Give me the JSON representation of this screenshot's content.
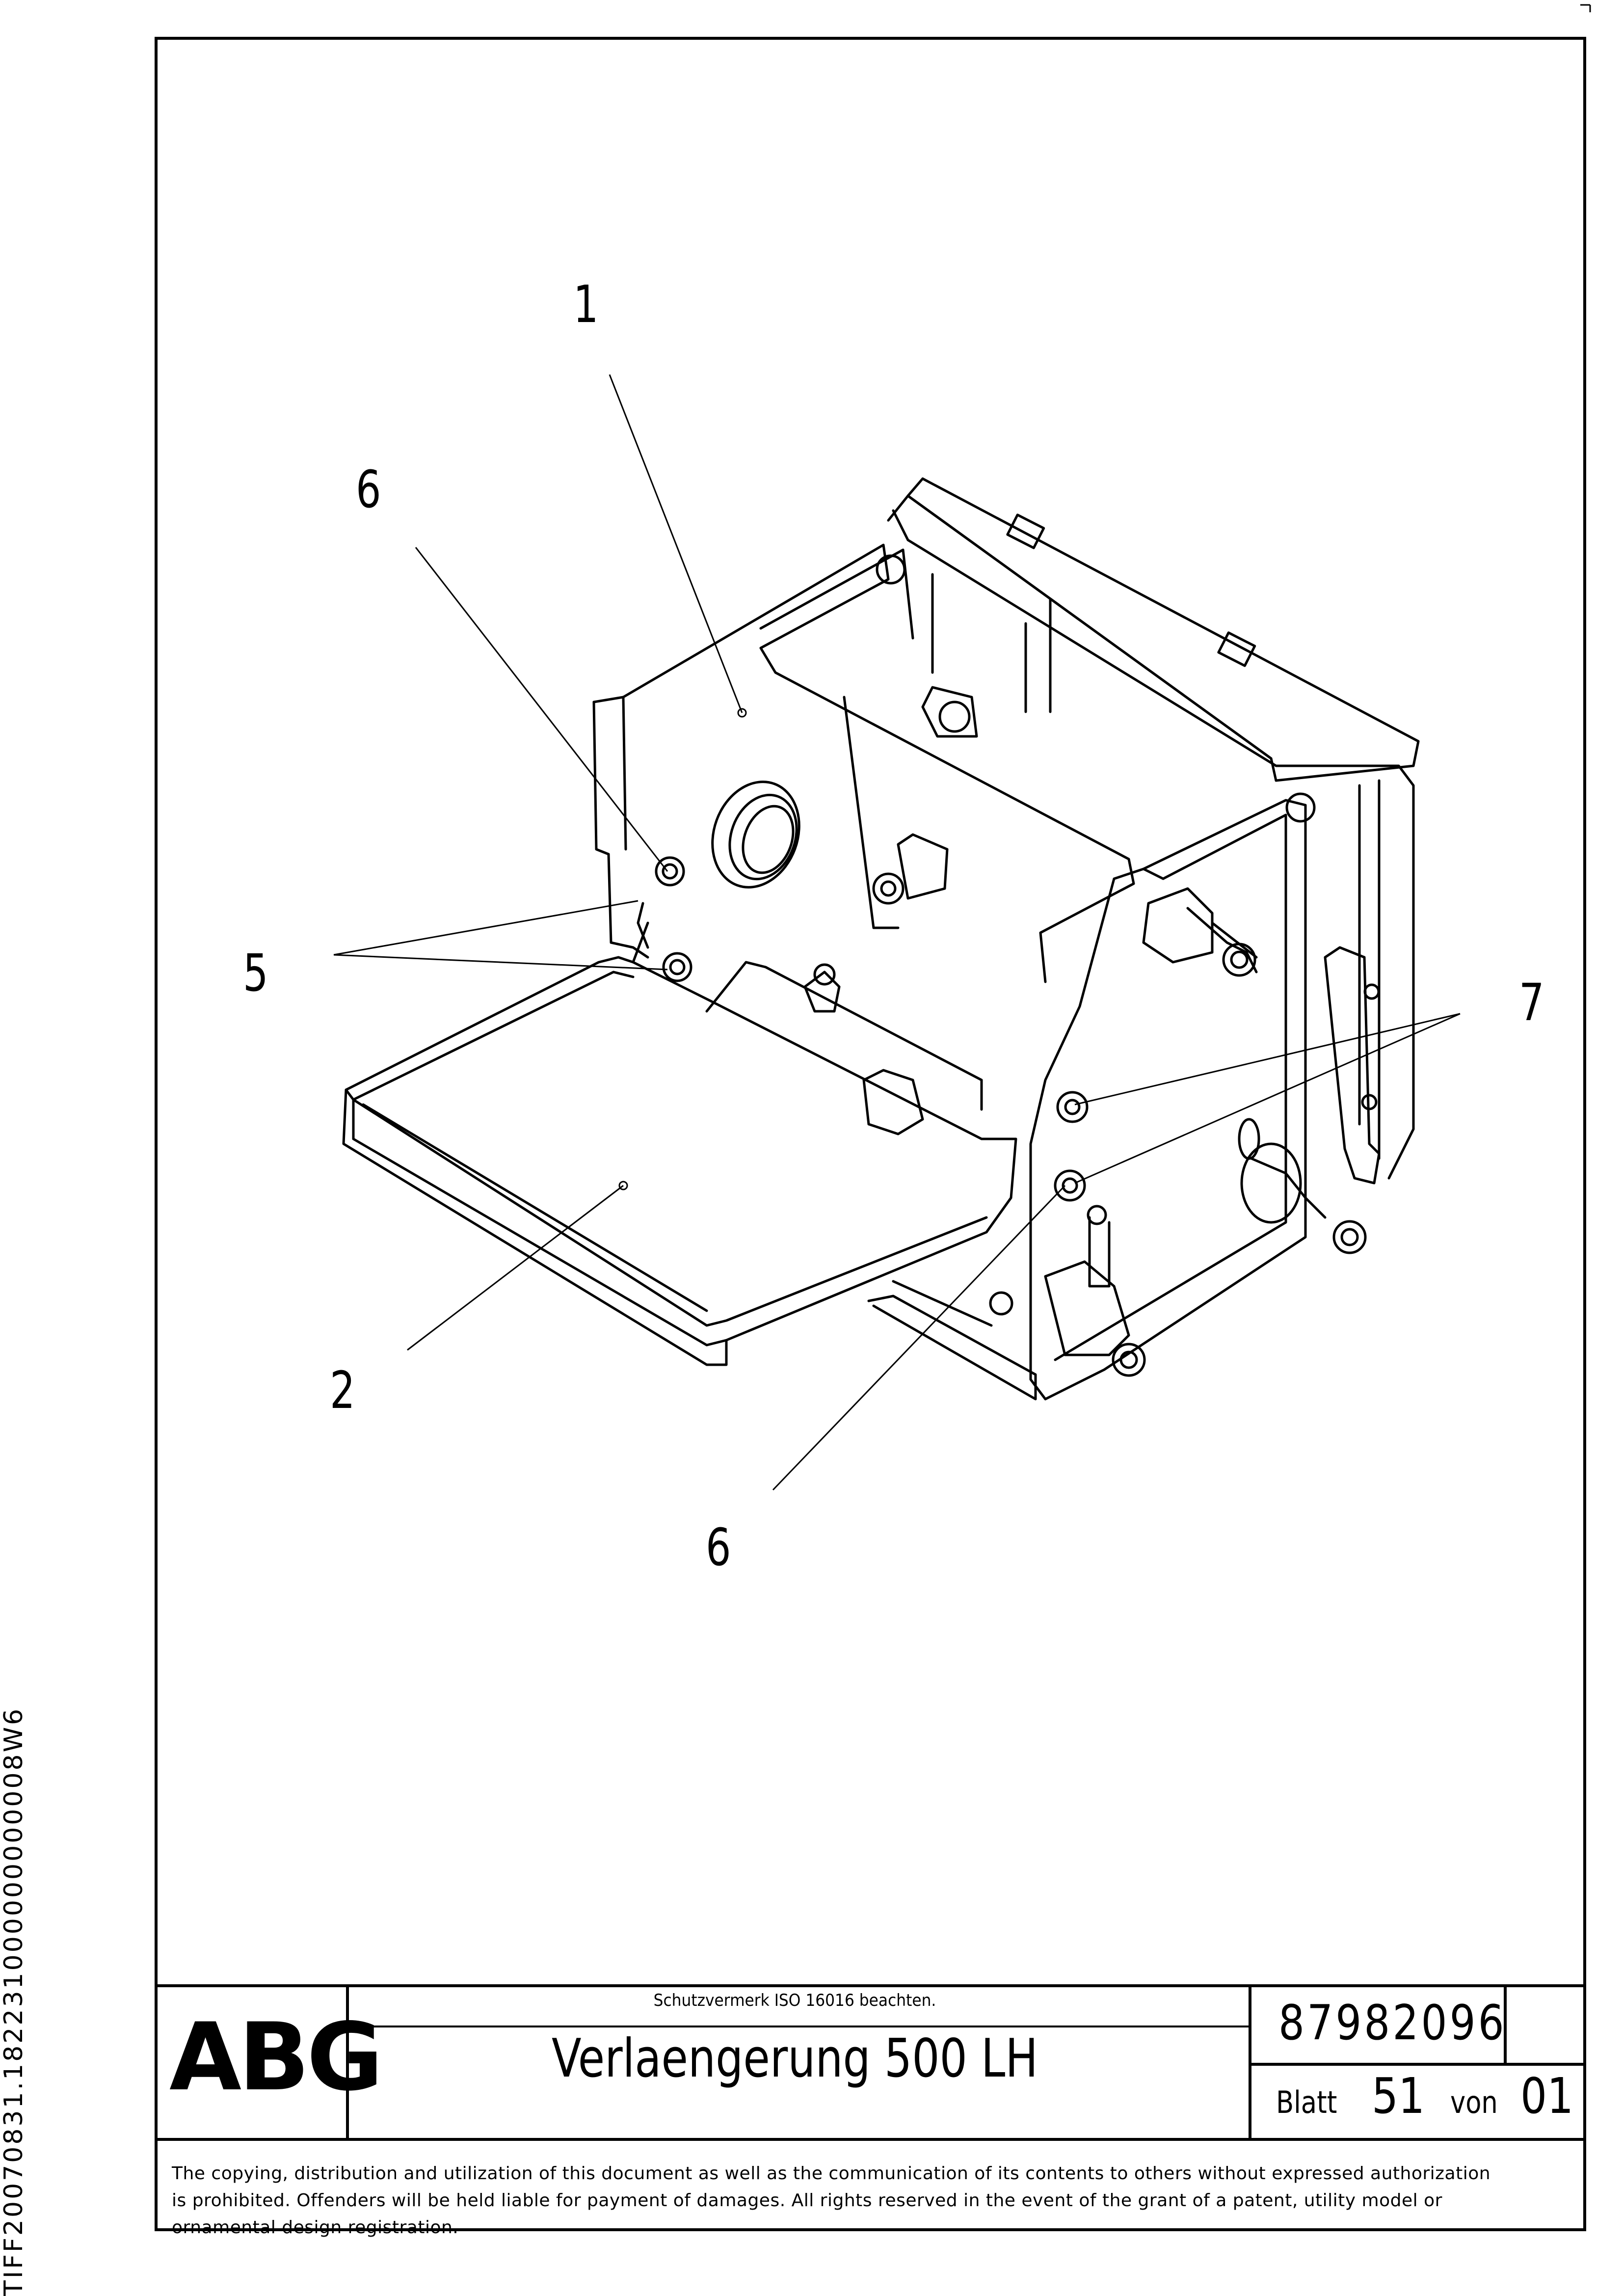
{
  "drawing": {
    "callouts": [
      "1",
      "6",
      "5",
      "7",
      "2",
      "6"
    ]
  },
  "title_block": {
    "logo": "ABG",
    "protection_notice": "Schutzvermerk ISO 16016 beachten.",
    "title": "Verlaengerung 500 LH",
    "document_number": "87982096",
    "sheet_label": "Blatt",
    "sheet_number": "51",
    "of_label": "von",
    "total_sheets": "01"
  },
  "copyright_lines": [
    "The copying, distribution and utilization of this document as well as the communication of its contents to others without expressed authorization",
    "is prohibited. Offenders will be held liable for payment of damages. All rights reserved in the event of the grant of a patent, utility model or",
    "ornamental design registration."
  ],
  "side_code": "TIFF20070831.182231000000000008W6"
}
